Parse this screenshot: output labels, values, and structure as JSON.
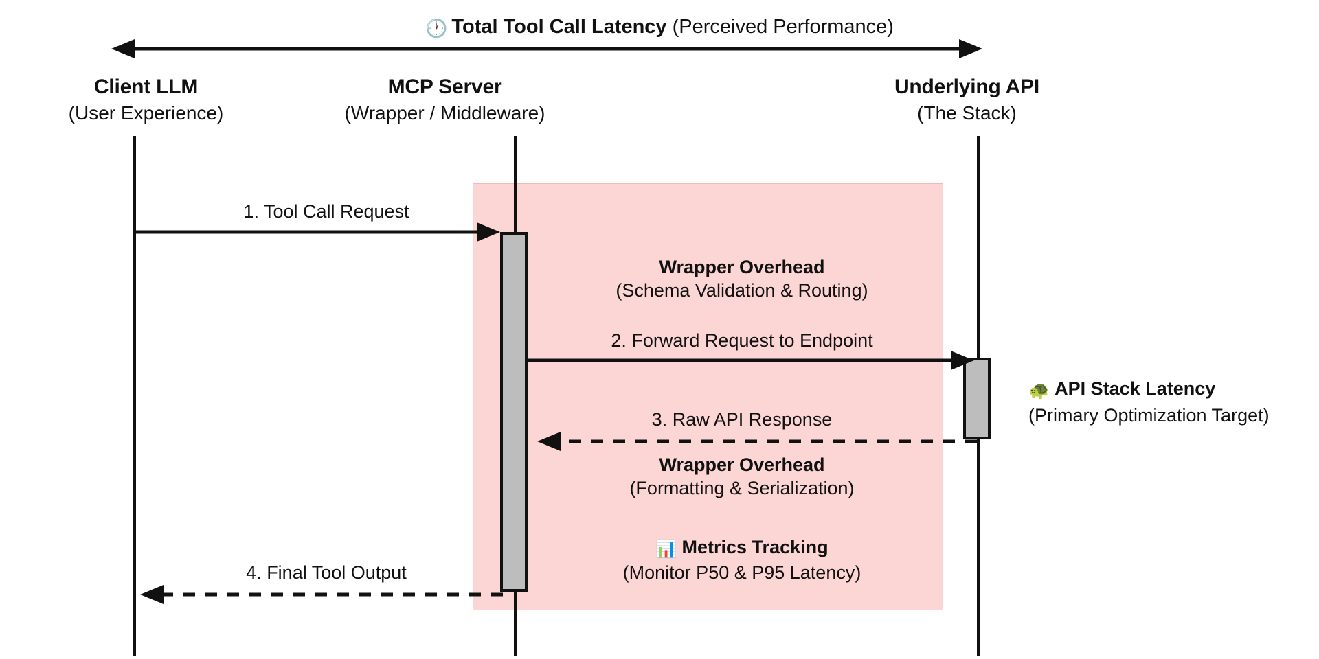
{
  "diagram": {
    "type": "sequence-diagram",
    "title": {
      "icon": "clock-icon",
      "icon_glyph": "🕐",
      "strong": "Total Tool Call Latency",
      "light": "(Perceived Performance)"
    },
    "colors": {
      "background": "#ffffff",
      "line": "#111111",
      "scope_fill": "#fbd6d4",
      "scope_stroke": "#f3b9b6",
      "activation_fill": "#bdbdbd",
      "activation_stroke": "#111111"
    },
    "actors": [
      {
        "id": "client",
        "name": "Client LLM",
        "sub": "(User Experience)"
      },
      {
        "id": "mcp",
        "name": "MCP Server",
        "sub": "(Wrapper / Middleware)"
      },
      {
        "id": "api",
        "name": "Underlying API",
        "sub": "(The Stack)"
      }
    ],
    "messages": [
      {
        "n": "1",
        "label": "1. Tool Call Request",
        "from": "client",
        "to": "mcp",
        "style": "solid"
      },
      {
        "n": "2",
        "label": "2. Forward Request to Endpoint",
        "from": "mcp",
        "to": "api",
        "style": "solid"
      },
      {
        "n": "3",
        "label": "3. Raw API Response",
        "from": "api",
        "to": "mcp",
        "style": "dashed"
      },
      {
        "n": "4",
        "label": "4. Final Tool Output",
        "from": "mcp",
        "to": "client",
        "style": "dashed"
      }
    ],
    "notes": [
      {
        "id": "wrapper-overhead-in",
        "title": "Wrapper Overhead",
        "sub": "(Schema Validation & Routing)",
        "icon": "",
        "icon_glyph": ""
      },
      {
        "id": "wrapper-overhead-out",
        "title": "Wrapper Overhead",
        "sub": "(Formatting & Serialization)",
        "icon": "",
        "icon_glyph": ""
      },
      {
        "id": "metrics-tracking",
        "title": "Metrics Tracking",
        "sub": "(Monitor P50 & P95 Latency)",
        "icon": "bar-chart-icon",
        "icon_glyph": "📊"
      }
    ],
    "right_note": {
      "id": "api-stack-latency",
      "icon": "turtle-icon",
      "icon_glyph": "🐢",
      "title": "API Stack Latency",
      "sub": "(Primary Optimization Target)"
    }
  }
}
